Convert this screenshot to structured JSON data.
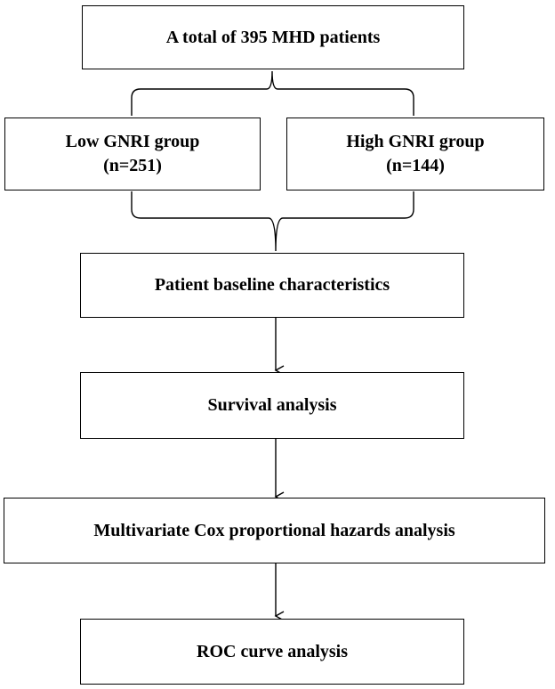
{
  "flowchart": {
    "total": {
      "label": "A total of 395 MHD patients"
    },
    "low_group": {
      "name": "Low GNRI group",
      "count": "(n=251)"
    },
    "high_group": {
      "name": "High GNRI group",
      "count": "(n=144)"
    },
    "steps": [
      {
        "label": "Patient baseline characteristics"
      },
      {
        "label": "Survival analysis"
      },
      {
        "label": "Multivariate Cox proportional hazards analysis"
      },
      {
        "label": "ROC curve analysis"
      }
    ]
  }
}
